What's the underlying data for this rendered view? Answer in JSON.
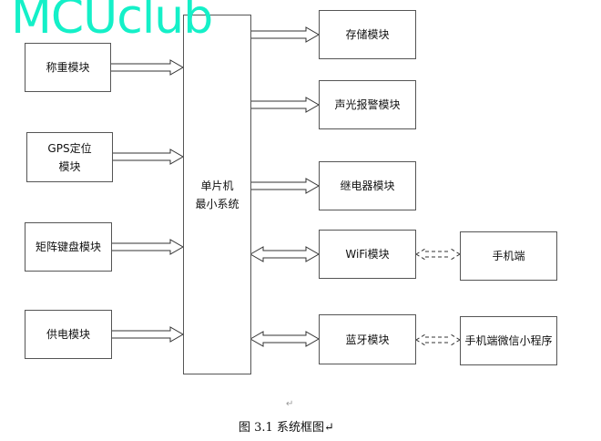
{
  "watermark": "MCUclub",
  "inputs": [
    {
      "label": "称重模块"
    },
    {
      "label": "GPS定位",
      "label2": "模块"
    },
    {
      "label": "矩阵键盘模块"
    },
    {
      "label": "供电模块"
    }
  ],
  "mcu": {
    "label": "单片机",
    "label2": "最小系统"
  },
  "outputs": [
    {
      "label": "存储模块"
    },
    {
      "label": "声光报警模块"
    },
    {
      "label": "继电器模块"
    },
    {
      "label": "WiFi模块"
    },
    {
      "label": "蓝牙模块"
    }
  ],
  "clients": [
    {
      "label": "手机端"
    },
    {
      "label": "手机端微信小程序"
    }
  ],
  "paragraph_mark": "↵",
  "caption": "图 3.1 系统框图↵"
}
